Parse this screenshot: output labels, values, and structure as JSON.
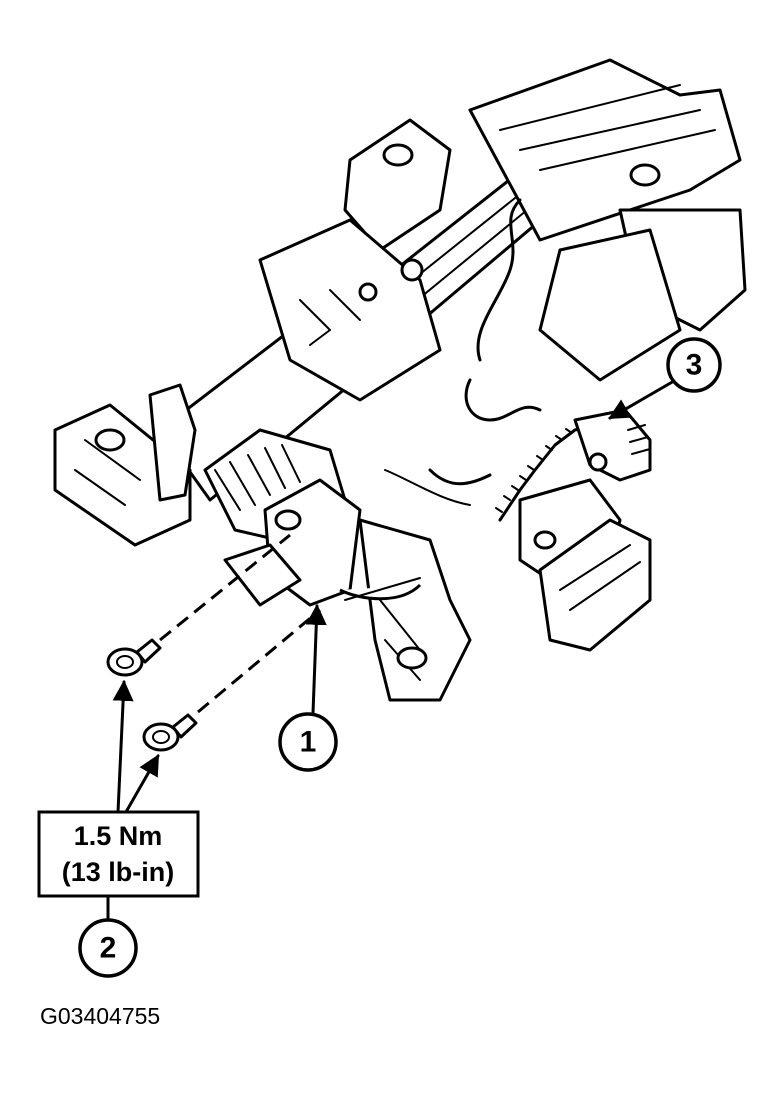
{
  "figure_id": "G03404755",
  "callouts": {
    "c1": "1",
    "c2": "2",
    "c3": "3"
  },
  "torque_spec": {
    "metric": "1.5 Nm",
    "imperial": "(13 lb-in)"
  }
}
